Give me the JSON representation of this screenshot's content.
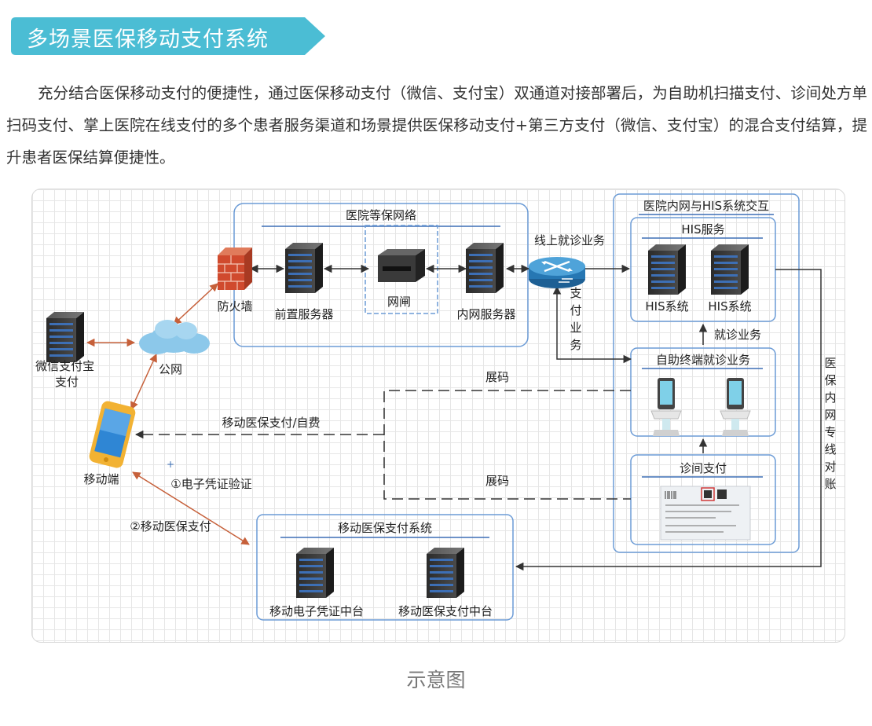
{
  "banner": {
    "title": "多场景医保移动支付系统",
    "color": "#4bbdd4"
  },
  "intro": "充分结合医保移动支付的便捷性，通过医保移动支付（微信、支付宝）双通道对接部署后，为自助机扫描支付、诊间处方单扫码支付、掌上医院在线支付的多个患者服务渠道和场景提供医保移动支付+第三方支付（微信、支付宝）的混合支付结算，提升患者医保结算便捷性。",
  "diagram": {
    "groups": {
      "hospital_network": "医院等保网络",
      "intranet_his": "医院内网与HIS系统交互",
      "his_service": "HIS服务",
      "kiosk": "自助终端就诊业务",
      "clinic_pay": "诊间支付",
      "mobile_system": "移动医保支付系统"
    },
    "nodes": {
      "wechat_alipay": "微信支付宝\n支付",
      "cloud": "公网",
      "firewall": "防火墙",
      "front_server": "前置服务器",
      "gateway": "网闸",
      "intranet_server": "内网服务器",
      "his1": "HIS系统",
      "his2": "HIS系统",
      "mobile": "移动端",
      "e_cert": "移动电子凭证中台",
      "medpay": "移动医保支付中台"
    },
    "edges": {
      "online": "线上就诊业务",
      "pay": "支\n付\n业\n务",
      "visit": "就诊业务",
      "code1": "展码",
      "code2": "展码",
      "mobile_pay": "移动医保支付/自费",
      "verify": "①电子凭证验证",
      "medpay2": "②移动医保支付",
      "reconcile": "医\n保\n内\n网\n专\n线\n对\n账"
    },
    "colors": {
      "frame": "#6b9bd6",
      "orange_arrow": "#c6603a",
      "dark_line": "#333333"
    }
  },
  "caption": "示意图"
}
